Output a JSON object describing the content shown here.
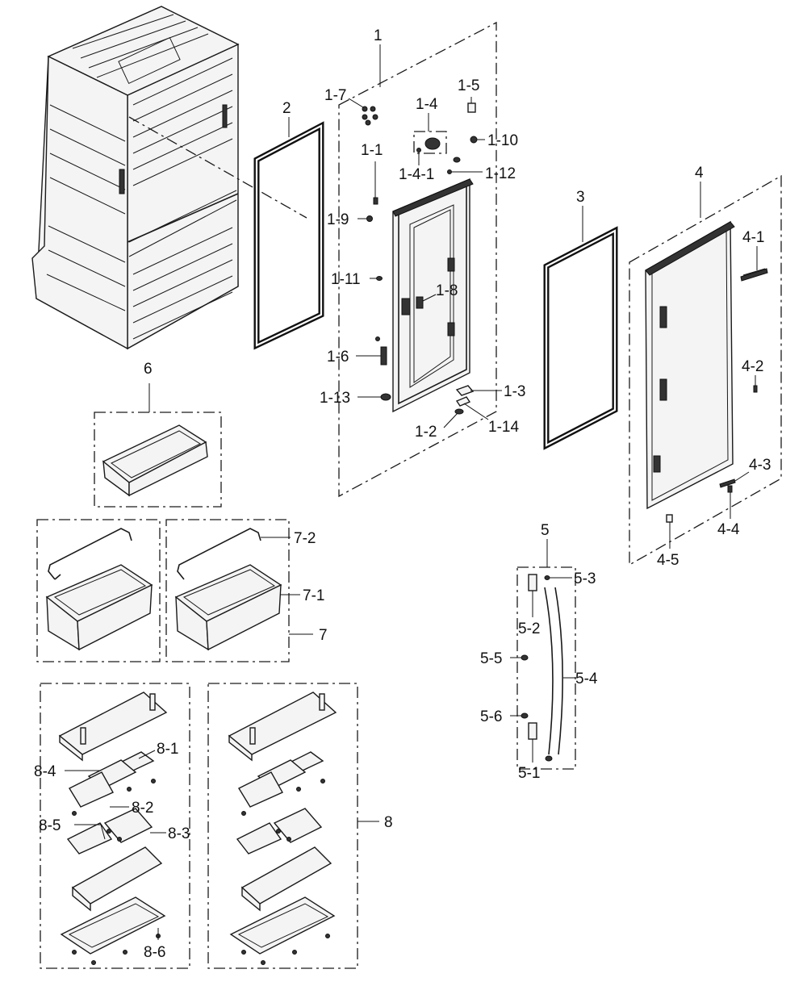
{
  "labels": {
    "l1": "1",
    "l1_1": "1-1",
    "l1_2": "1-2",
    "l1_3": "1-3",
    "l1_4": "1-4",
    "l1_4_1": "1-4-1",
    "l1_5": "1-5",
    "l1_6": "1-6",
    "l1_7": "1-7",
    "l1_8": "1-8",
    "l1_9": "1-9",
    "l1_10": "1-10",
    "l1_11": "1-11",
    "l1_12": "1-12",
    "l1_13": "1-13",
    "l1_14": "1-14",
    "l2": "2",
    "l3": "3",
    "l4": "4",
    "l4_1": "4-1",
    "l4_2": "4-2",
    "l4_3": "4-3",
    "l4_4": "4-4",
    "l4_5": "4-5",
    "l5": "5",
    "l5_1": "5-1",
    "l5_2": "5-2",
    "l5_3": "5-3",
    "l5_4": "5-4",
    "l5_5": "5-5",
    "l5_6": "5-6",
    "l6": "6",
    "l7": "7",
    "l7_1": "7-1",
    "l7_2": "7-2",
    "l8": "8",
    "l8_1": "8-1",
    "l8_2": "8-2",
    "l8_3": "8-3",
    "l8_4": "8-4",
    "l8_5": "8-5",
    "l8_6": "8-6"
  }
}
